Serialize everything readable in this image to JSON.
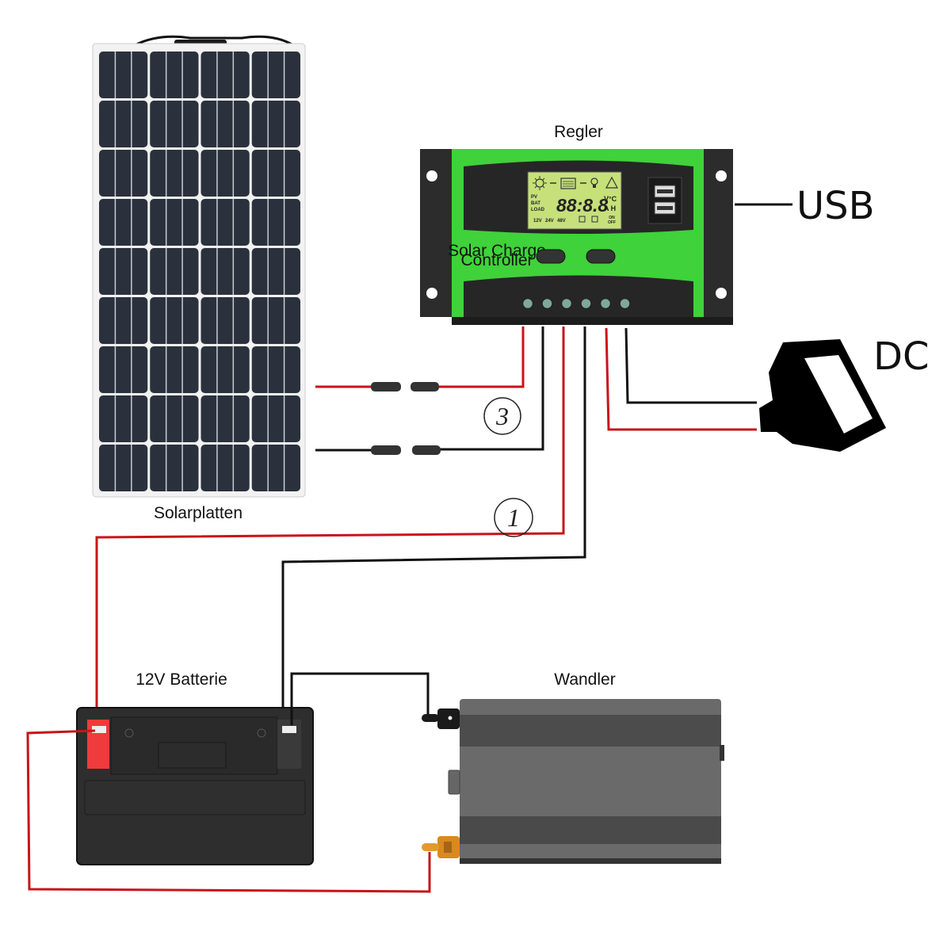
{
  "labels": {
    "solar_panel": "Solarplatten",
    "controller": "Regler",
    "usb": "USB",
    "dc": "DC",
    "battery": "12V Batterie",
    "inverter": "Wandler"
  },
  "controller": {
    "brand_line1": "Solar Charge",
    "brand_line2": "Controller",
    "lcd": {
      "digits": "88:8.8",
      "row_labels": [
        "PV",
        "BAT",
        "LOAD"
      ],
      "units_top": "V°C",
      "units_bottom": "A H",
      "voltages": [
        "12V",
        "24V",
        "48V"
      ],
      "on": "ON",
      "off": "OFF",
      "icons": [
        "sun-icon",
        "battery-icon",
        "bulb-icon",
        "warning-icon",
        "timer1-icon",
        "timer2-icon"
      ]
    },
    "buttons": 2,
    "terminals": 6,
    "usb_ports": 2,
    "colors": {
      "body_green": "#3fd23a",
      "housing": "#2b2b2b",
      "lcd": "#c6e07a"
    }
  },
  "steps": {
    "step1": "1",
    "step3": "3"
  },
  "solar_panel": {
    "columns": 4,
    "rows": 9
  },
  "colors": {
    "positive_wire": "#c8141a",
    "negative_wire": "#111111"
  }
}
